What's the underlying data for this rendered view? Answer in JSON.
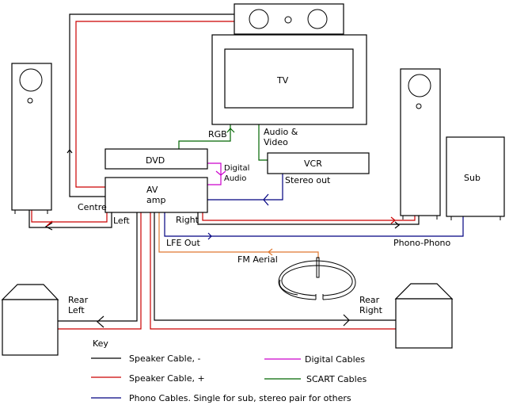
{
  "diagram": {
    "title": "AV system wiring diagram",
    "components": {
      "tv": "TV",
      "dvd": "DVD",
      "av_amp_line1": "AV",
      "av_amp_line2": "amp",
      "vcr": "VCR",
      "sub": "Sub"
    },
    "labels": {
      "rgb": "RGB",
      "audio_video_line1": "Audio &",
      "audio_video_line2": "Video",
      "digital_audio_line1": "Digital",
      "digital_audio_line2": "Audio",
      "stereo_out": "Stereo  out",
      "centre": "Centre",
      "left": "Left",
      "right": "Right",
      "lfe_out": "LFE Out",
      "phono_phono": "Phono-Phono",
      "fm_aerial": "FM Aerial",
      "rear_left_line1": "Rear",
      "rear_left_line2": "Left",
      "rear_right_line1": "Rear",
      "rear_right_line2": "Right"
    },
    "key": {
      "title": "Key",
      "items": [
        {
          "label": "Speaker Cable, -",
          "color": "#000000"
        },
        {
          "label": "Speaker Cable, +",
          "color": "#cc0000"
        },
        {
          "label": "Phono Cables. Single for sub, stereo pair for others",
          "color": "#000080"
        },
        {
          "label": "Digital Cables",
          "color": "#cc00cc"
        },
        {
          "label": "SCART Cables",
          "color": "#006600"
        }
      ]
    },
    "colors": {
      "speaker_negative": "#000000",
      "speaker_positive": "#cc0000",
      "phono": "#000080",
      "digital": "#cc00cc",
      "scart": "#006600",
      "aerial": "#e07830"
    }
  }
}
